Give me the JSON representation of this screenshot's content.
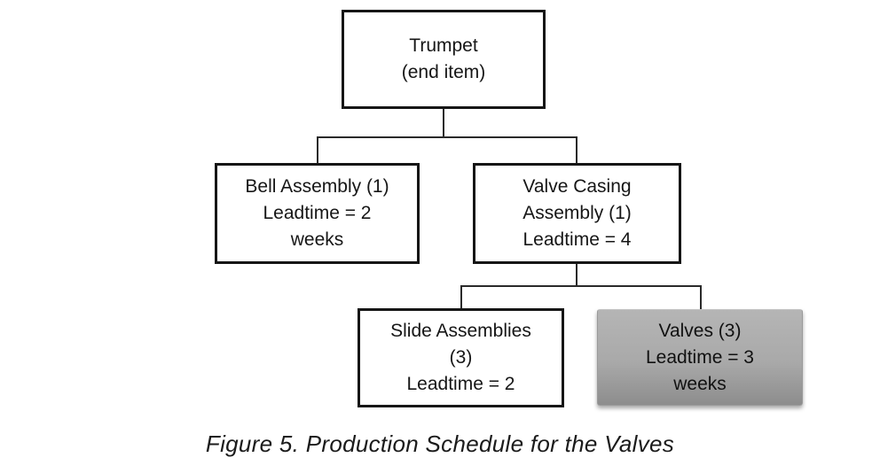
{
  "figure": {
    "caption": "Figure 5. Production Schedule for the Valves",
    "nodes": {
      "trumpet": {
        "label": "Trumpet\n(end item)"
      },
      "bell_assembly": {
        "label": "Bell Assembly (1)\nLeadtime = 2\nweeks"
      },
      "valve_casing": {
        "label": "Valve Casing\nAssembly (1)\nLeadtime = 4"
      },
      "slide_assemblies": {
        "label": "Slide Assemblies\n(3)\nLeadtime = 2"
      },
      "valves": {
        "label": "Valves (3)\nLeadtime = 3\nweeks",
        "highlighted": true
      }
    },
    "colors": {
      "background": "#ffffff",
      "box_border": "#161616",
      "connector": "#2a2a2a",
      "text": "#161616",
      "highlight_fill_top": "#b5b5b5",
      "highlight_fill_bottom": "#8d8d8d"
    }
  }
}
